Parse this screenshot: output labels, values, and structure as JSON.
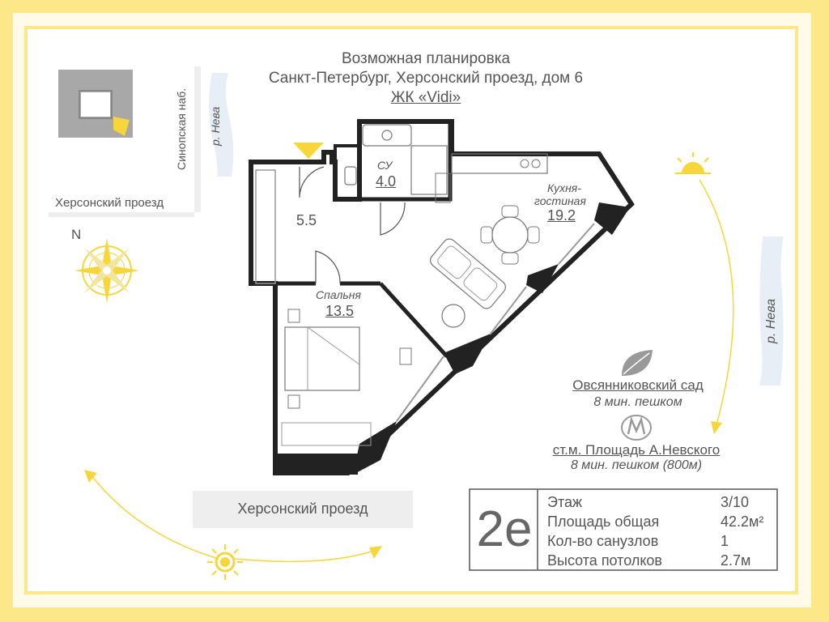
{
  "header": {
    "line1": "Возможная планировка",
    "line2": "Санкт-Петербург, Херсонский проезд, дом 6",
    "line3": "ЖК «Vidi»"
  },
  "map": {
    "street_vertical": "Синопская наб.",
    "river_small": "р. Нева",
    "street_horizontal": "Херсонский проезд",
    "north": "N"
  },
  "rooms": {
    "bath_label": "СУ",
    "bath_area": "4.0",
    "hall_area": "5.5",
    "kitchen_label_1": "Кухня-",
    "kitchen_label_2": "гостиная",
    "kitchen_area": "19.2",
    "bedroom_label": "Спальня",
    "bedroom_area": "13.5"
  },
  "right": {
    "river": "р. Нева",
    "park_name": "Овсянниковский сад",
    "park_time": "8 мин. пешком",
    "metro_name": "ст.м. Площадь А.Невского",
    "metro_time": "8 мин. пешком (800м)"
  },
  "bottom": {
    "street": "Херсонский проезд"
  },
  "specs": {
    "code": "2е",
    "rows": [
      {
        "label": "Этаж",
        "value": "3/10"
      },
      {
        "label": "Площадь общая",
        "value": "42.2м²"
      },
      {
        "label": "Кол-во санузлов",
        "value": "1"
      },
      {
        "label": "Высота потолков",
        "value": "2.7м"
      }
    ]
  },
  "colors": {
    "yellow": "#fce789",
    "sun": "#f6d63a",
    "wall": "#222222",
    "text": "#555555"
  },
  "icons": [
    "logo-icon",
    "compass-icon",
    "sun-icon",
    "leaf-icon",
    "metro-icon",
    "entrance-arrow-icon"
  ]
}
